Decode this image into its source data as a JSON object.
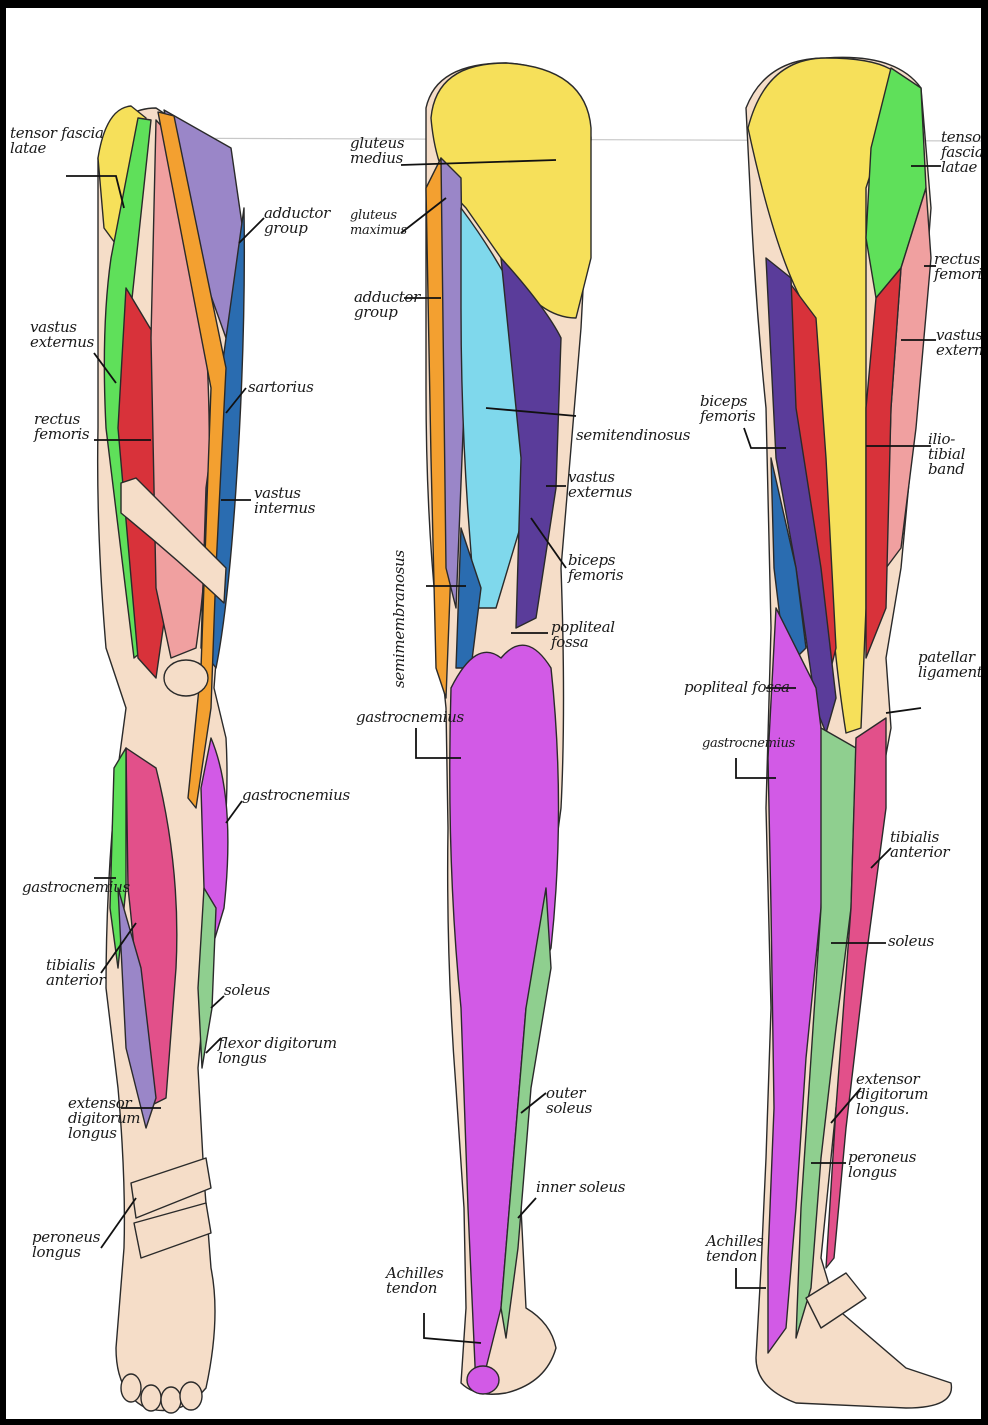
{
  "colors": {
    "gluteal_yellow": "#f6e05a",
    "tfl_green": "#5fe05a",
    "rectus_pink": "#f0a0a0",
    "vastus_red": "#d8323a",
    "adductor_purple": "#9a86c8",
    "adductor_blue": "#2a6cb0",
    "sartorius_orange": "#f3a030",
    "hamstring_cyan": "#7fd8ec",
    "biceps_indigo": "#5a3c9a",
    "gastroc_magenta": "#d25ae6",
    "soleus_green": "#8fcf8f",
    "tibialis_pink": "#e2508a",
    "tendon_beige": "#f5ddc8"
  },
  "labels": {
    "tensor_fascia_latae_front": "tensor fascia\nlatae",
    "adductor_group_front": "adductor\ngroup",
    "vastus_externus_front": "vastus\nexternus",
    "sartorius": "sartorius",
    "rectus_femoris_front": "rectus\nfemoris",
    "vastus_internus": "vastus\ninternus",
    "gastrocnemius_front_right": "gastrocnemius",
    "gastrocnemius_front_left": "gastrocnemius",
    "tibialis_anterior_front": "tibialis\nanterior",
    "soleus_front": "soleus",
    "flexor_digitorum_longus": "flexor digitorum\nlongus",
    "extensor_digitorum_longus_front": "extensor\ndigitorum\nlongus",
    "peroneus_longus_front": "peroneus\nlongus",
    "gluteus_medius": "gluteus\nmedius",
    "gluteus_maximus": "gluteus\nmaximus",
    "adductor_group_back": "adductor\ngroup",
    "semitendinosus": "semitendinosus",
    "vastus_externus_back": "vastus\nexternus",
    "biceps_femoris_back": "biceps\nfemoris",
    "semimembranosus": "semimembranosus",
    "popliteal_fossa_back": "popliteal\nfossa",
    "gastrocnemius_back": "gastrocnemius",
    "outer_soleus": "outer\nsoleus",
    "inner_soleus": "inner soleus",
    "achilles_tendon_back": "Achilles\ntendon",
    "tensor_fascia_latae_side": "tensor\nfascia\nlatae",
    "rectus_femoris_side": "rectus\nfemoris",
    "vastus_externus_side": "vastus\nexternus",
    "biceps_femoris_side": "biceps\nfemoris",
    "ilio_tibial_band": "ilio-tibial\nband",
    "patellar_ligament": "patellar\nligament",
    "popliteal_fossa_side": "popliteal fossa",
    "gastrocnemius_side": "gastrocnemius",
    "tibialis_anterior_side": "tibialis\nanterior",
    "soleus_side": "soleus",
    "extensor_digitorum_longus_side": "extensor digitorum\nlongus.",
    "peroneus_longus_side": "peroneus\nlongus",
    "achilles_tendon_side": "Achilles\ntendon"
  }
}
